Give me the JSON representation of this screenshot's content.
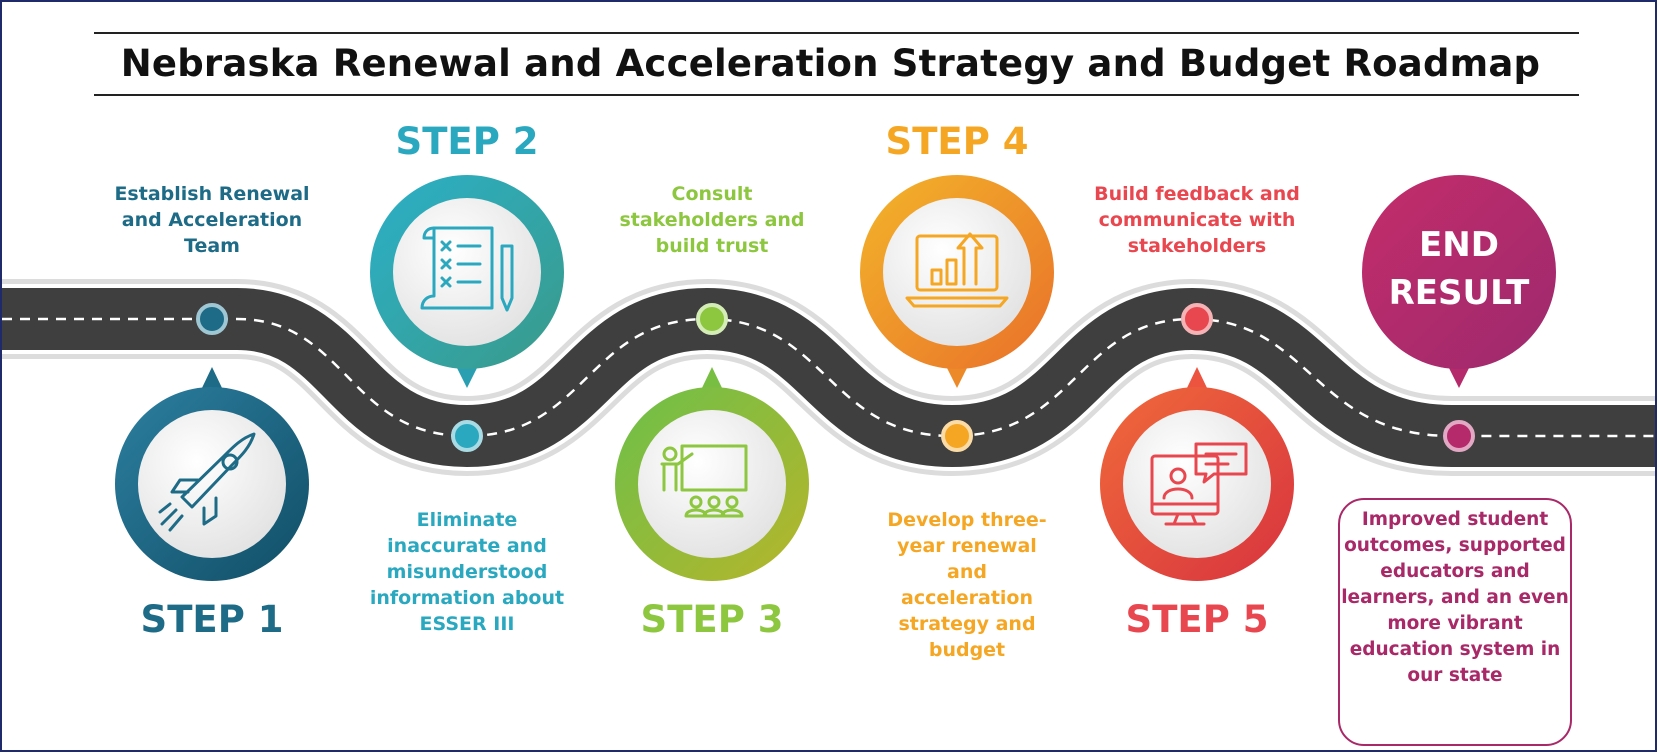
{
  "title": "Nebraska Renewal and Acceleration Strategy and Budget Roadmap",
  "steps": [
    {
      "label": "STEP 1",
      "description": "Establish Renewal and Acceleration Team",
      "icon": "rocket-icon",
      "color": "#1d6b86"
    },
    {
      "label": "STEP 2",
      "description": "Eliminate inaccurate and misunderstood information about ESSER III",
      "icon": "checklist-scroll-icon",
      "color": "#2aa8bf"
    },
    {
      "label": "STEP 3",
      "description": "Consult stakeholders and build trust",
      "icon": "presentation-audience-icon",
      "color": "#8dc63f"
    },
    {
      "label": "STEP 4",
      "description": "Develop three-year renewal and acceleration strategy and budget",
      "icon": "laptop-growth-chart-icon",
      "color": "#f5a623"
    },
    {
      "label": "STEP 5",
      "description": "Build feedback and communicate with stakeholders",
      "icon": "video-chat-monitor-icon",
      "color": "#e9474f"
    }
  ],
  "end": {
    "line1": "END",
    "line2": "RESULT",
    "result": "Improved student outcomes, supported educators and learners, and an even more vibrant education system in our state",
    "color": "#b42a6a"
  }
}
